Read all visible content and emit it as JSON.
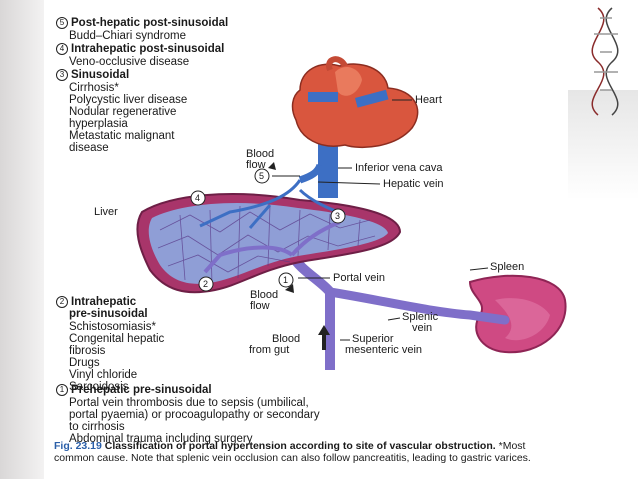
{
  "categories": [
    {
      "num": "5",
      "title": "Post-hepatic post-sinusoidal",
      "items": [
        "Budd–Chiari syndrome"
      ]
    },
    {
      "num": "4",
      "title": "Intrahepatic post-sinusoidal",
      "items": [
        "Veno-occlusive disease"
      ]
    },
    {
      "num": "3",
      "title": "Sinusoidal",
      "items": [
        "Cirrhosis*",
        "Polycystic liver disease",
        "Nodular regenerative",
        "hyperplasia",
        "Metastatic malignant",
        "disease"
      ]
    },
    {
      "num": "2",
      "title1": "Intrahepatic",
      "title2": "pre-sinusoidal",
      "items": [
        "Schistosomiasis*",
        "Congenital hepatic",
        "fibrosis",
        "Drugs",
        "Vinyl chloride",
        "Sarcoidosis"
      ]
    },
    {
      "num": "1",
      "title": "Prehepatic pre-sinusoidal",
      "items": [
        "Portal vein thrombosis due to sepsis (umbilical,",
        "portal pyaemia) or procoagulopathy or secondary",
        "to cirrhosis",
        "Abdominal trauma including surgery"
      ]
    }
  ],
  "labels": {
    "heart": "Heart",
    "blood_flow_top_1": "Blood",
    "blood_flow_top_2": "flow",
    "ivc": "Inferior vena cava",
    "hepatic_vein": "Hepatic vein",
    "liver": "Liver",
    "spleen": "Spleen",
    "portal_vein": "Portal vein",
    "blood_flow_mid_1": "Blood",
    "blood_flow_mid_2": "flow",
    "splenic_vein_1": "Splenic",
    "splenic_vein_2": "vein",
    "blood_gut_1": "Blood",
    "blood_gut_2": "from gut",
    "smv_1": "Superior",
    "smv_2": "mesenteric vein",
    "marker_5": "5",
    "marker_4": "4",
    "marker_3": "3",
    "marker_2": "2",
    "marker_1": "1"
  },
  "caption": {
    "fig": "Fig. 23.19",
    "title": "Classification of portal hypertension according to site of vascular obstruction.",
    "body": "*Most common cause. Note that splenic vein occlusion can also follow pancreatitis, leading to gastric varices."
  },
  "colors": {
    "liver": "#a8356a",
    "liver_inner": "#8f9ed6",
    "vein_blue": "#3d6fc4",
    "portal_purple": "#7f6fc9",
    "heart_red": "#d9563e",
    "spleen": "#c9407a"
  }
}
